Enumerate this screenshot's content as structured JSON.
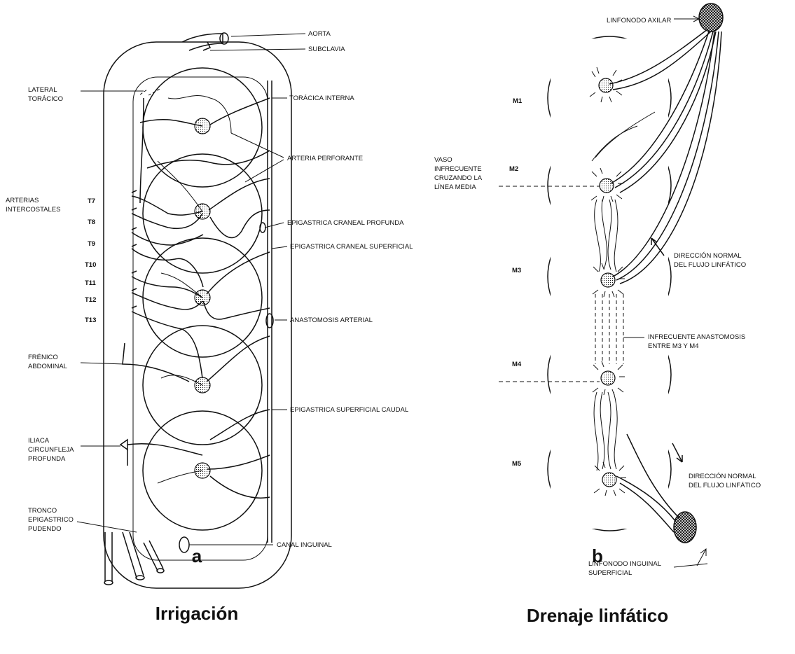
{
  "panel_a": {
    "letter": "a",
    "caption": "Irrigación",
    "labels": {
      "aorta": "AORTA",
      "subclavia": "SUBCLAVIA",
      "lateral_1": "LATERAL",
      "lateral_2": "TORÁCICO",
      "toracica_interna": "TORÁCICA INTERNA",
      "arteria_perforante": "ARTERIA PERFORANTE",
      "arterias_1": "ARTERIAS",
      "arterias_2": "INTERCOSTALES",
      "epig_craneal_profunda": "EPIGASTRICA CRANEAL PROFUNDA",
      "epig_craneal_superficial": "EPIGASTRICA CRANEAL SUPERFICIAL",
      "anastomosis_arterial": "ANASTOMOSIS ARTERIAL",
      "frenico_1": "FRÉNICO",
      "frenico_2": "ABDOMINAL",
      "epig_superficial_caudal": "EPIGASTRICA SUPERFICIAL CAUDAL",
      "iliaca_1": "ILIACA",
      "iliaca_2": "CIRCUNFLEJA",
      "iliaca_3": "PROFUNDA",
      "tronco_1": "TRONCO",
      "tronco_2": "EPIGASTRICO",
      "tronco_3": "PUDENDO",
      "canal_inguinal": "CANAL INGUINAL"
    },
    "intercostals": [
      "T7",
      "T8",
      "T9",
      "T10",
      "T11",
      "T12",
      "T13"
    ]
  },
  "panel_b": {
    "letter": "b",
    "caption": "Drenaje linfático",
    "labels": {
      "linfonodo_axilar": "LINFONODO AXILAR",
      "vaso_1": "VASO",
      "vaso_2": "INFRECUENTE",
      "vaso_3": "CRUZANDO LA",
      "vaso_4": "LÍNEA MEDIA",
      "dir1_1": "DIRECCIÓN NORMAL",
      "dir1_2": "DEL FLUJO LINFÁTICO",
      "infrec_1": "INFRECUENTE ANASTOMOSIS",
      "infrec_2": "ENTRE M3 Y M4",
      "dir2_1": "DIRECCIÓN NORMAL",
      "dir2_2": "DEL FLUJO LINFÁTICO",
      "ing_1": "LINFONODO INGUINAL",
      "ing_2": "SUPERFICIAL"
    },
    "segments": [
      "M1",
      "M2",
      "M3",
      "M4",
      "M5"
    ]
  }
}
